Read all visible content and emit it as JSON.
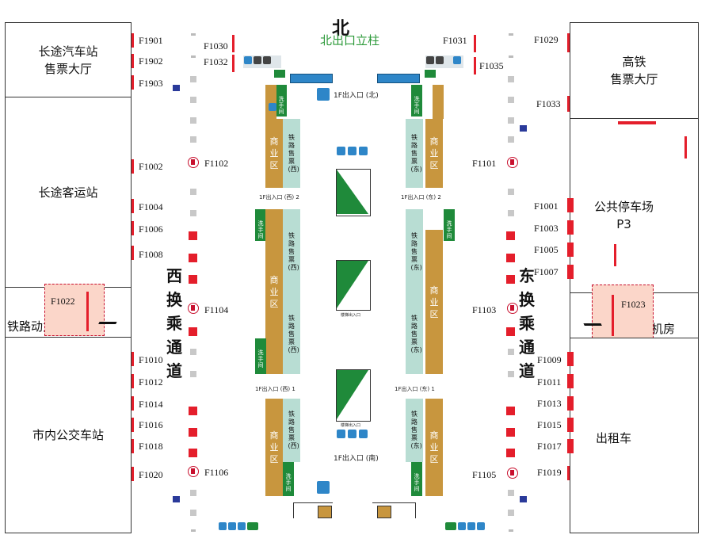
{
  "north": "北",
  "north_column": "北出口立柱",
  "rooms": {
    "long_bus_ticket": "长途汽车站\n售票大厅",
    "long_passenger": "长途客运站",
    "rail_power_w": "铁路动力机房",
    "city_bus": "市内公交车站",
    "hsr_ticket": "高铁\n售票大厅",
    "parking": "公共停车场\nP3",
    "rail_power_e": "铁路动力机房",
    "taxi": "出租车"
  },
  "corridors": {
    "west": "西\n换\n乘\n通\n道",
    "east": "东\n换\n乘\n通\n道"
  },
  "shop_label": "商\n业\n区",
  "ticket_label_w": "铁路售票(西)",
  "ticket_label_e": "铁路售票(东)",
  "restroom_label": "洗\n手\n间",
  "entrances": {
    "north": "1F出入口 (北)",
    "south": "1F出入口 (南)",
    "w2": "1F出入口 (西) 2",
    "e2": "1F出入口 (东) 2",
    "w1": "1F出入口 (西) 1",
    "e1": "1F出入口 (东) 1"
  },
  "stair_label": "楼梯出入口",
  "labels_left": [
    "F1901",
    "F1902",
    "F1903",
    "F1002",
    "F1004",
    "F1006",
    "F1008",
    "F1022",
    "F1010",
    "F1012",
    "F1014",
    "F1016",
    "F1018",
    "F1020"
  ],
  "labels_right": [
    "F1029",
    "F1033",
    "F1001",
    "F1003",
    "F1005",
    "F1007",
    "F1023",
    "F1009",
    "F1011",
    "F1013",
    "F1015",
    "F1017",
    "F1019"
  ],
  "labels_inner": [
    "F1030",
    "F1032",
    "F1031",
    "F1035",
    "F1102",
    "F1101",
    "F1104",
    "F1103",
    "F1106",
    "F1105"
  ]
}
